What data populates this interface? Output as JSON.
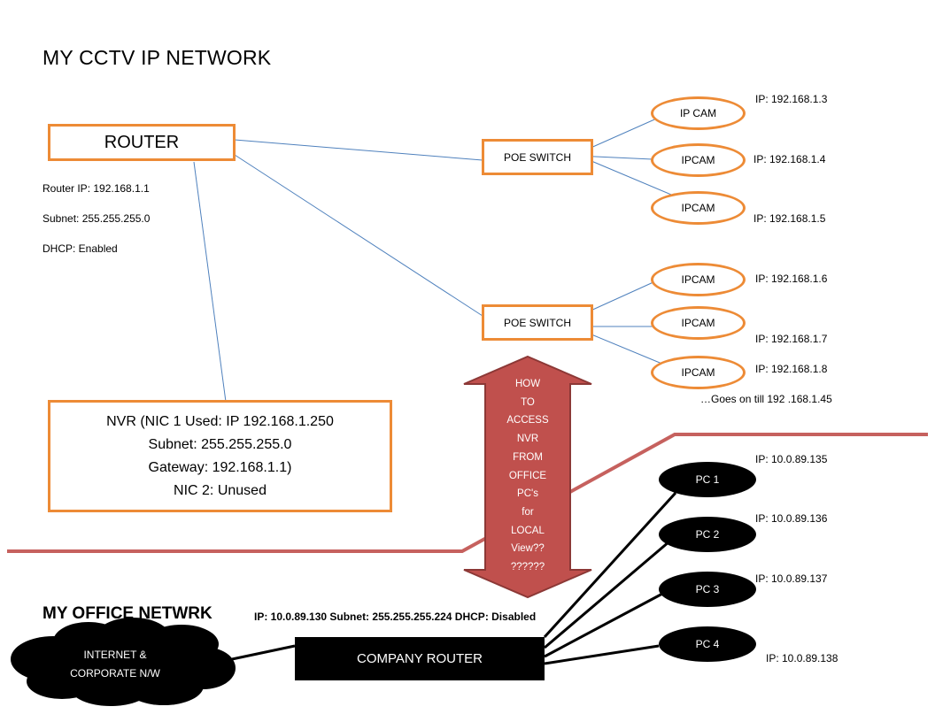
{
  "title": "MY CCTV IP NETWORK",
  "colors": {
    "node_border": "#ED8B36",
    "link_line": "#4F81BD",
    "boundary_line": "#C0504D",
    "arrow_fill": "#C0504D",
    "arrow_border": "#8C3836",
    "office_node": "#000000"
  },
  "router": {
    "label": "ROUTER",
    "info": [
      "Router IP: 192.168.1.1",
      "Subnet: 255.255.255.0",
      "DHCP: Enabled"
    ]
  },
  "poe_switches": [
    {
      "label": "POE SWITCH",
      "cameras": [
        {
          "label": "IP CAM",
          "ip": "IP: 192.168.1.3"
        },
        {
          "label": "IPCAM",
          "ip": "IP: 192.168.1.4"
        },
        {
          "label": "IPCAM",
          "ip": "IP: 192.168.1.5"
        }
      ]
    },
    {
      "label": "POE SWITCH",
      "cameras": [
        {
          "label": "IPCAM",
          "ip": "IP: 192.168.1.6"
        },
        {
          "label": "IPCAM",
          "ip": "IP: 192.168.1.7"
        },
        {
          "label": "IPCAM",
          "ip": "IP: 192.168.1.8"
        }
      ]
    }
  ],
  "camera_range_note": "…Goes on till 192 .168.1.45",
  "nvr": {
    "lines": [
      "NVR (NIC 1 Used: IP 192.168.1.250",
      "Subnet: 255.255.255.0",
      "Gateway: 192.168.1.1)",
      "NIC 2: Unused"
    ]
  },
  "question_arrow": {
    "lines": [
      "HOW",
      "TO",
      "ACCESS",
      "NVR",
      "FROM",
      "OFFICE",
      "PC's",
      "for",
      "LOCAL",
      "View??",
      "??????"
    ]
  },
  "office": {
    "title": "MY OFFICE NETWRK",
    "router_info": "IP: 10.0.89.130  Subnet: 255.255.255.224  DHCP: Disabled",
    "router_label": "COMPANY ROUTER",
    "cloud_lines": [
      "INTERNET &",
      "CORPORATE N/W"
    ],
    "pcs": [
      {
        "label": "PC 1",
        "ip": "IP: 10.0.89.135"
      },
      {
        "label": "PC 2",
        "ip": "IP: 10.0.89.136"
      },
      {
        "label": "PC 3",
        "ip": "IP: 10.0.89.137"
      },
      {
        "label": "PC 4",
        "ip": "IP: 10.0.89.138"
      }
    ]
  }
}
